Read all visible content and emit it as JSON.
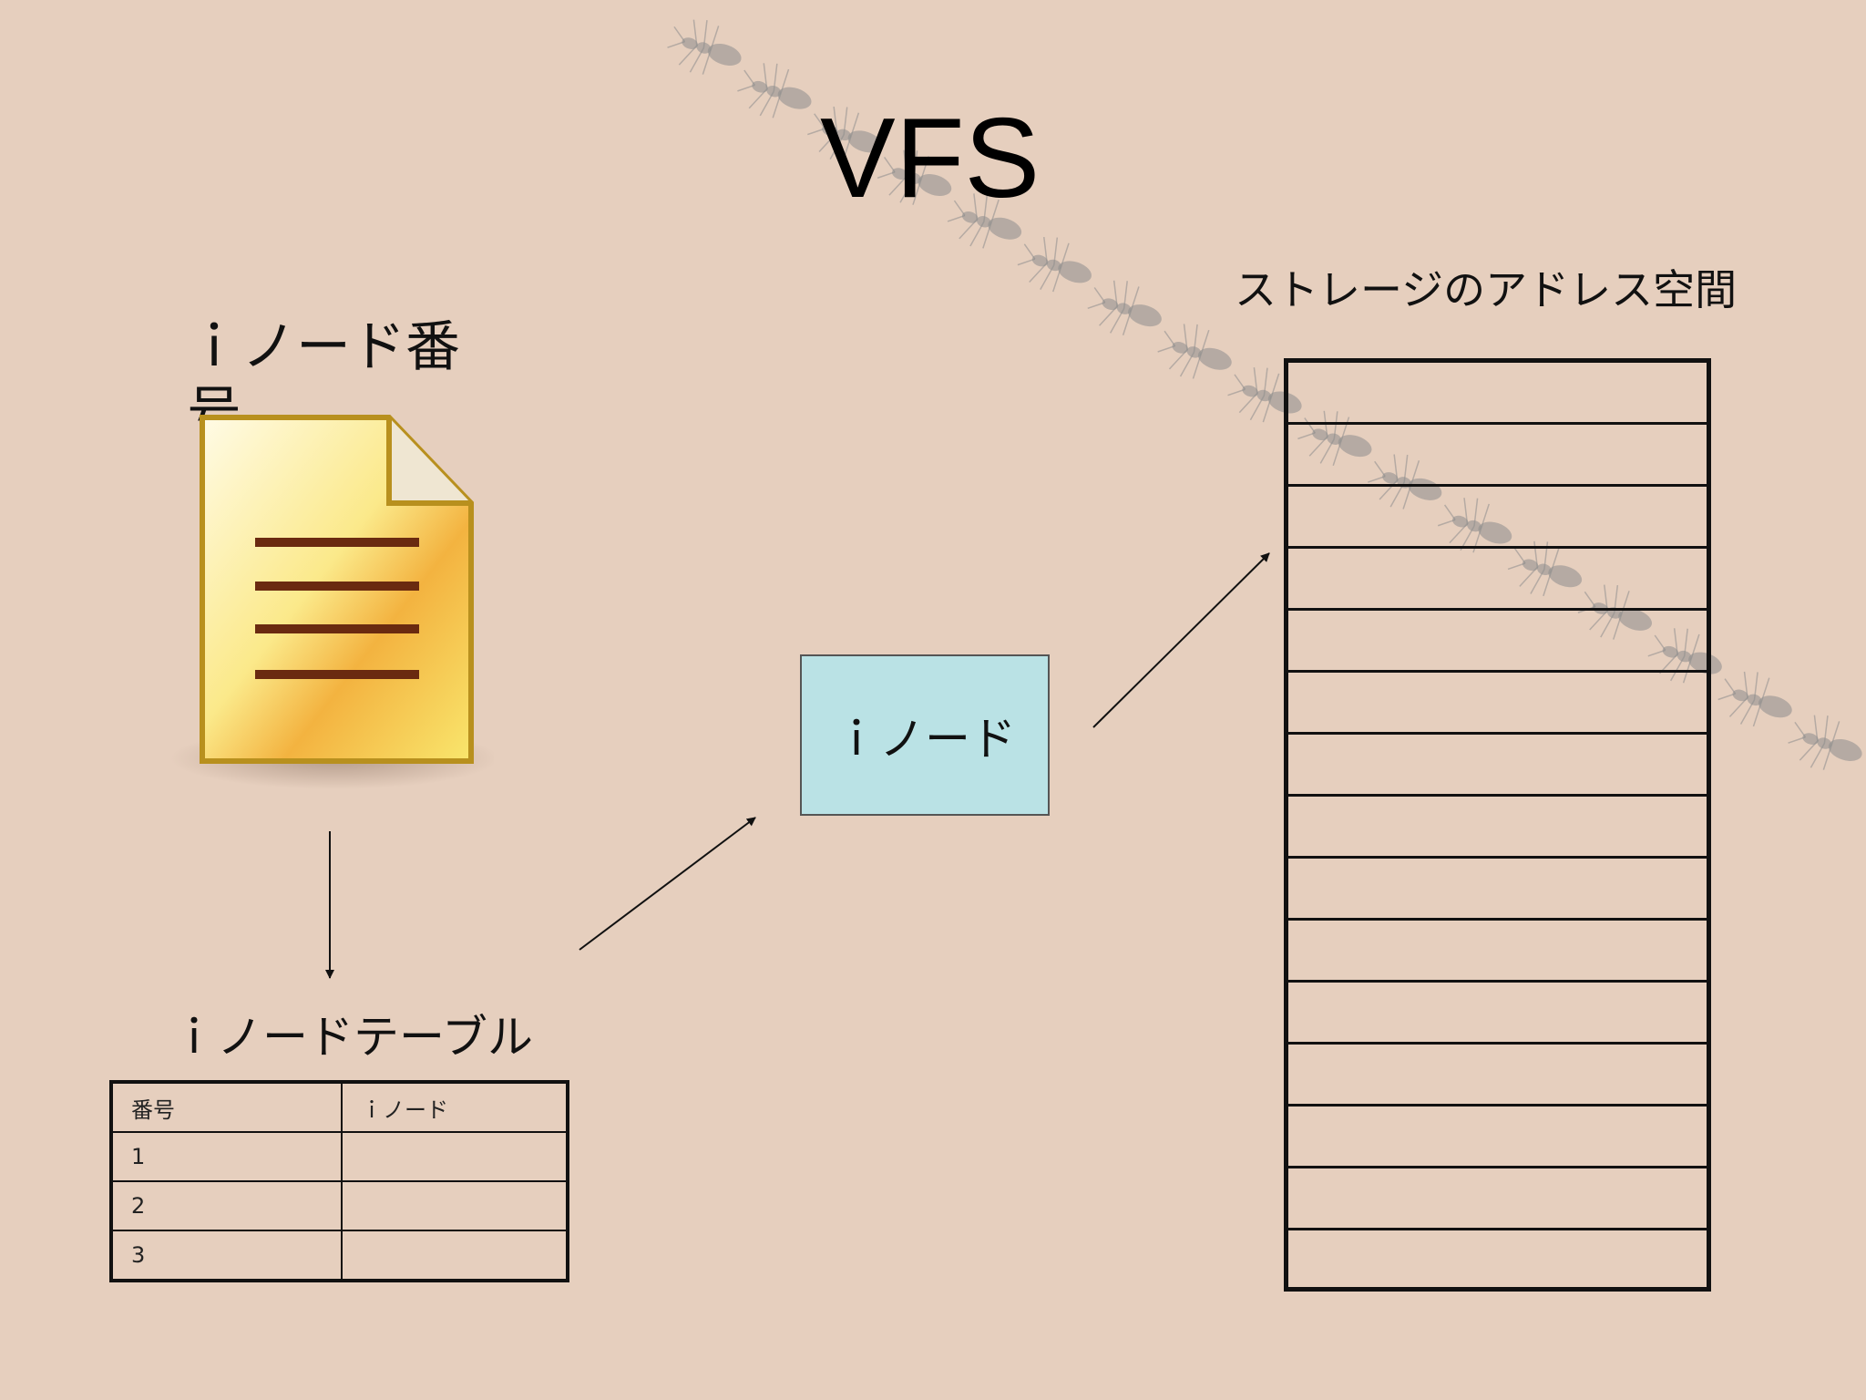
{
  "title": "VFS",
  "inode_number_label": "ｉノード番号",
  "storage_label": "ストレージのアドレス空間",
  "inode_box_label": "ｉノード",
  "inode_table": {
    "title": "ｉノードテーブル",
    "headers": [
      "番号",
      "ｉノード"
    ],
    "rows": [
      [
        "1",
        ""
      ],
      [
        "2",
        ""
      ],
      [
        "3",
        ""
      ]
    ]
  },
  "storage_blocks": 15,
  "icons": {
    "file": "document-icon",
    "ants": "ant-trail-decoration"
  },
  "colors": {
    "background": "#e6cfbe",
    "inode_box": "#bae2e5",
    "file_fill": "#f7e27a",
    "file_border": "#b88a1a",
    "ink": "#111111"
  }
}
